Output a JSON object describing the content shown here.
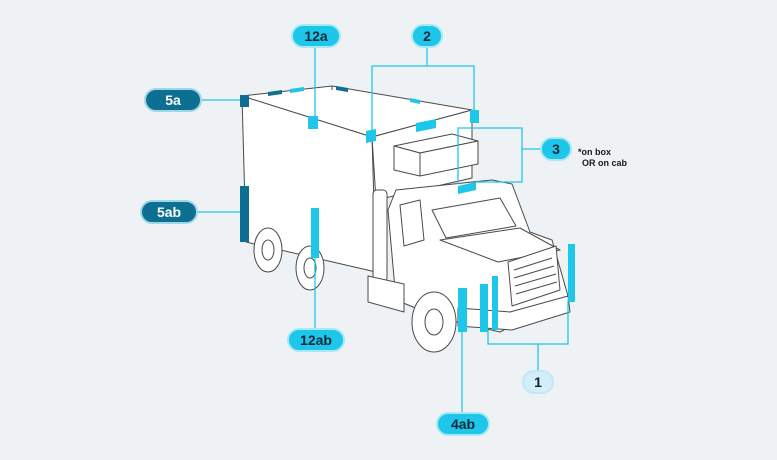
{
  "labels": {
    "l12a": "12a",
    "l2": "2",
    "l5a": "5a",
    "l3": "3",
    "l5ab": "5ab",
    "l12ab": "12ab",
    "l1": "1",
    "l4ab": "4ab"
  },
  "note": {
    "line1": "*on box",
    "line2": "OR on cab"
  },
  "colors": {
    "cyan": "#1ec6ea",
    "dark_blue": "#0d6f91",
    "outline": "#4a4a4a",
    "background": "#eef2f5"
  }
}
